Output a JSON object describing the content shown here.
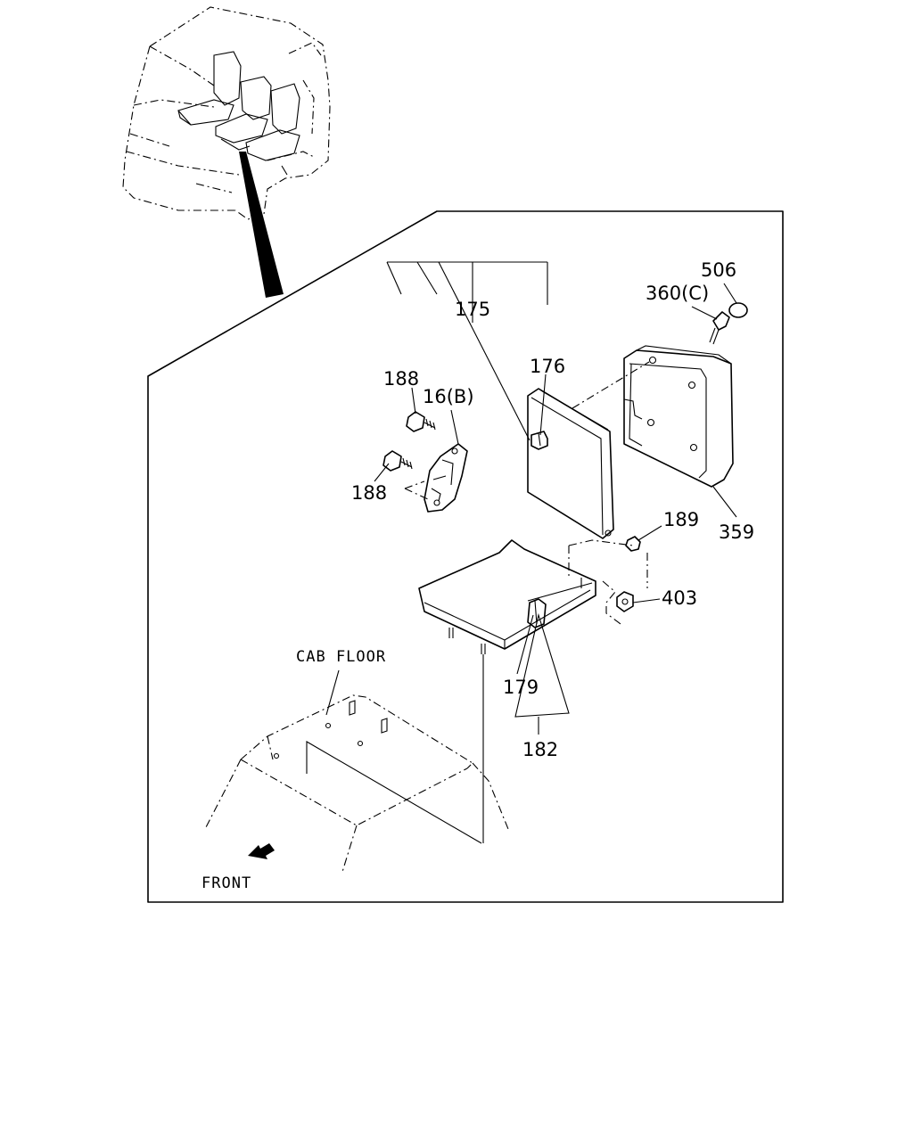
{
  "labels": {
    "p175": "175",
    "p176": "176",
    "p188_upper": "188",
    "p16b": "16(B)",
    "p188_lower": "188",
    "p506": "506",
    "p360c": "360(C)",
    "p359": "359",
    "p189": "189",
    "p403": "403",
    "p179": "179",
    "p182": "182",
    "cab_floor": "CAB FLOOR",
    "front": "FRONT"
  }
}
